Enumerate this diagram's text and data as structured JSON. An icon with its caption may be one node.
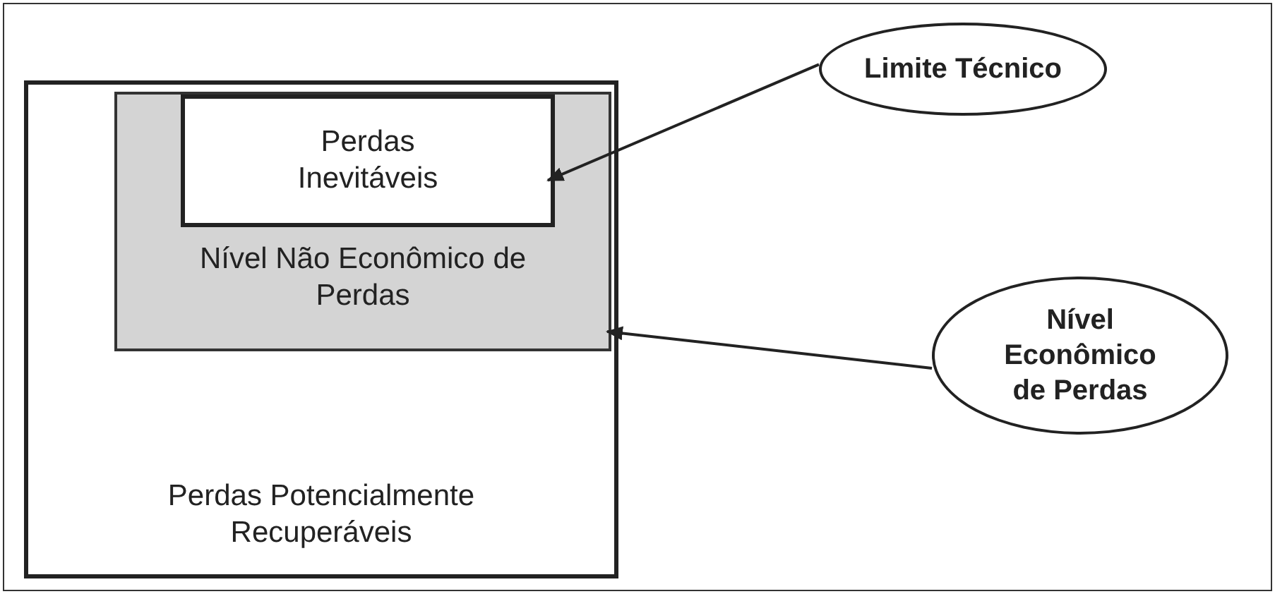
{
  "diagram": {
    "nodes": [
      {
        "text": [
          "Perdas Potencialmente Recuperáveis"
        ]
      },
      {
        "text": [
          "Nível Não Econômico de Perdas"
        ],
        "in": 0
      },
      {
        "text": [
          "Perdas Inevitáveis"
        ],
        "in": 1
      },
      {
        "text": [
          "Limite Técnico"
        ]
      },
      {
        "text": [
          "Nível Econômico de Perdas"
        ]
      }
    ],
    "edges": [
      {
        "from": 3,
        "to": 2,
        "arrow": "to"
      },
      {
        "from": 4,
        "to": 1,
        "arrow": "to"
      }
    ]
  }
}
